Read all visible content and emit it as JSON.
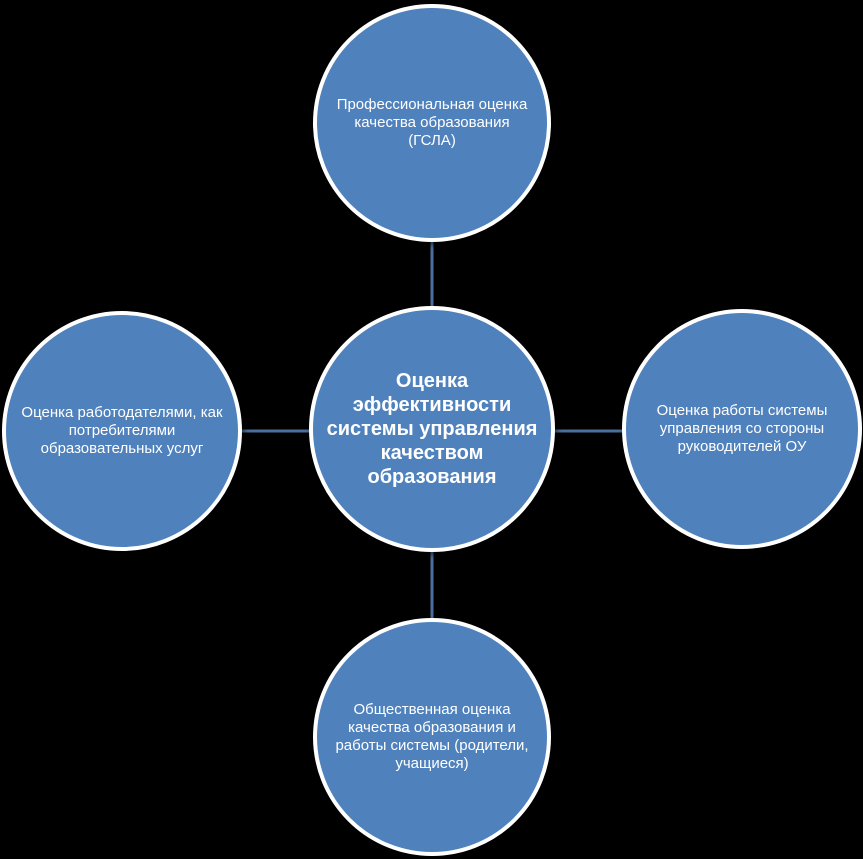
{
  "diagram": {
    "colors": {
      "background": "#000000",
      "node_fill": "#4f81bd",
      "node_border": "#ffffff",
      "connector": "#4a6f9e",
      "text": "#ffffff"
    },
    "center": {
      "text": "Оценка эффективности системы управления качеством образования"
    },
    "top": {
      "text": "Профессиональная оценка качества образования (ГСЛА)"
    },
    "left": {
      "text": "Оценка работодателями, как потребителями образовательных услуг"
    },
    "right": {
      "text": "Оценка работы системы управления со стороны руководителей ОУ"
    },
    "bottom": {
      "text": "Общественная оценка качества образования и работы системы (родители, учащиеся)"
    }
  }
}
